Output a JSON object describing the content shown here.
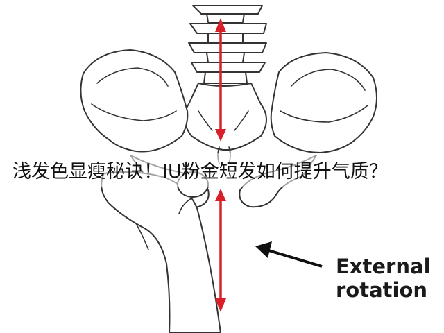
{
  "overlay_caption": "浅发色显瘦秘诀！IU粉金短发如何提升气质？",
  "annotation": {
    "line1": "External",
    "line2": "rotation"
  },
  "colors": {
    "arrow": "#d9202a",
    "bone_stroke": "#333333",
    "label": "#1a1a1a"
  }
}
